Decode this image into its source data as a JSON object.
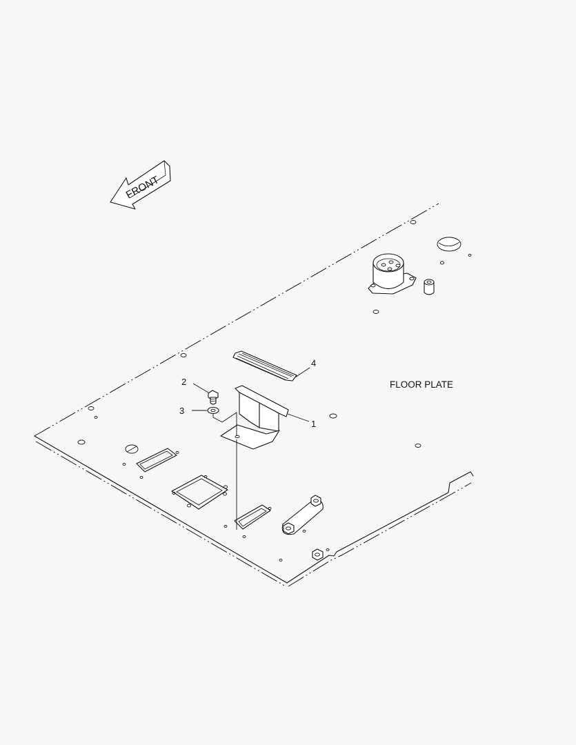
{
  "front_arrow": {
    "label": "FRONT"
  },
  "assembly_title": "FLOOR PLATE",
  "callouts": [
    {
      "id": "callout-1",
      "label": "1"
    },
    {
      "id": "callout-2",
      "label": "2"
    },
    {
      "id": "callout-3",
      "label": "3"
    },
    {
      "id": "callout-4",
      "label": "4"
    }
  ]
}
